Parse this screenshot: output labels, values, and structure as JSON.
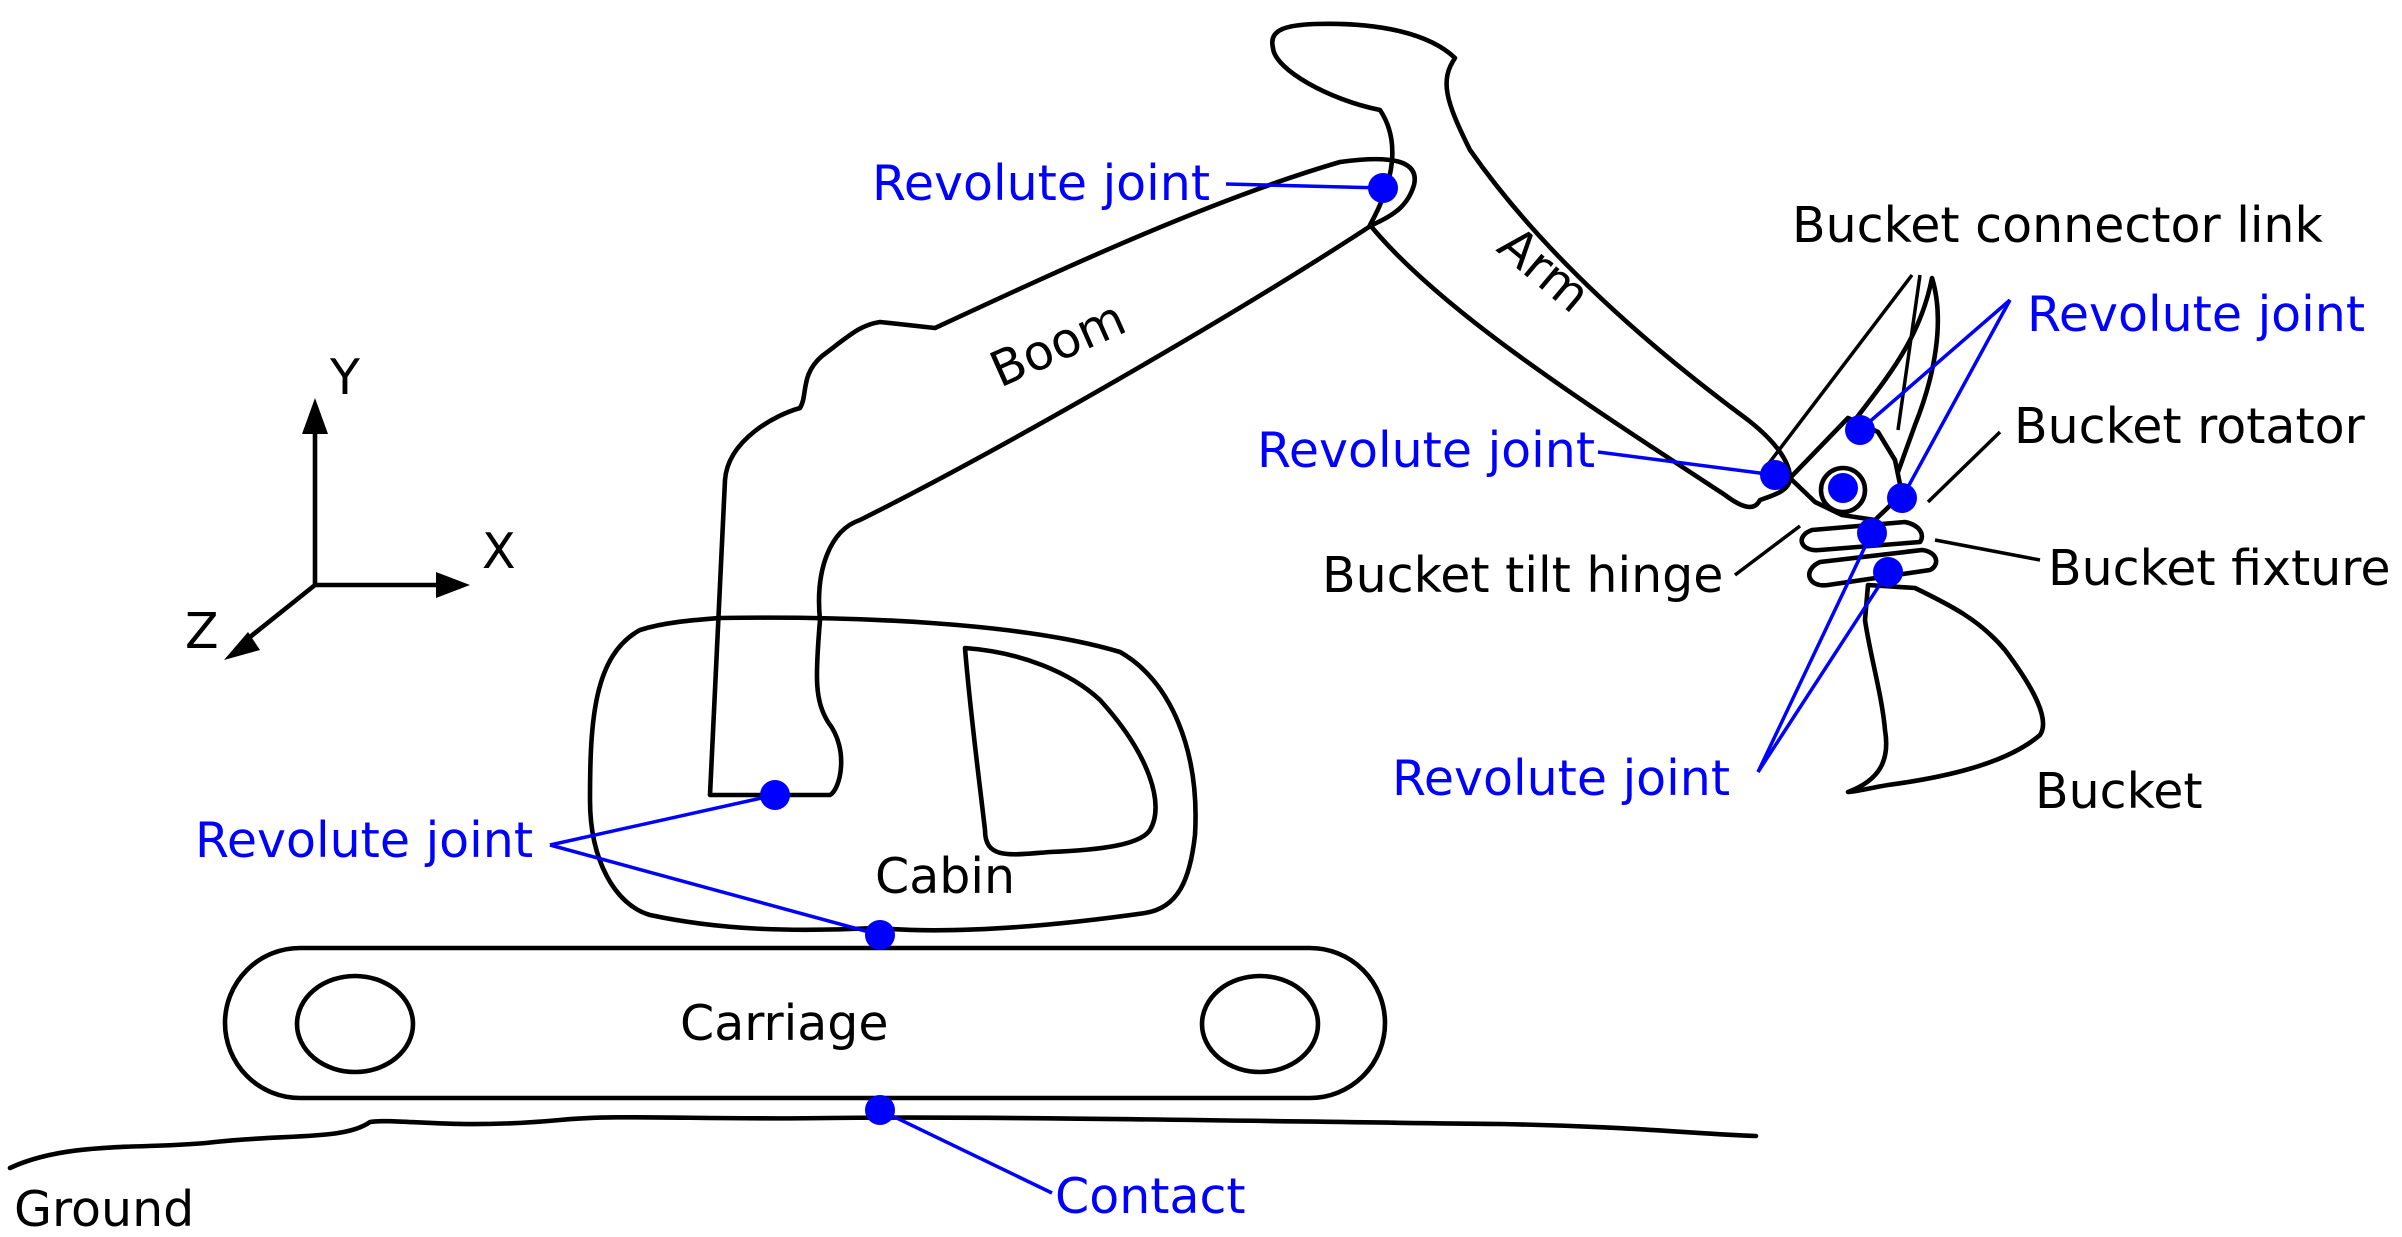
{
  "colors": {
    "outline": "#000000",
    "joint": "#0000ff",
    "background": "#ffffff"
  },
  "axes": {
    "x": "X",
    "y": "Y",
    "z": "Z"
  },
  "parts": {
    "boom": "Boom",
    "arm": "Arm",
    "cabin": "Cabin",
    "carriage": "Carriage",
    "ground": "Ground",
    "bucket": "Bucket",
    "bucket_connector_link": "Bucket connector link",
    "bucket_rotator": "Bucket rotator",
    "bucket_tilt_hinge": "Bucket tilt hinge",
    "bucket_fixture": "Bucket fixture"
  },
  "joints": {
    "boom_arm": "Revolute joint",
    "arm_bucket": "Revolute joint",
    "connector": "Revolute joint",
    "lower": "Revolute joint",
    "base": "Revolute joint",
    "contact": "Contact"
  }
}
